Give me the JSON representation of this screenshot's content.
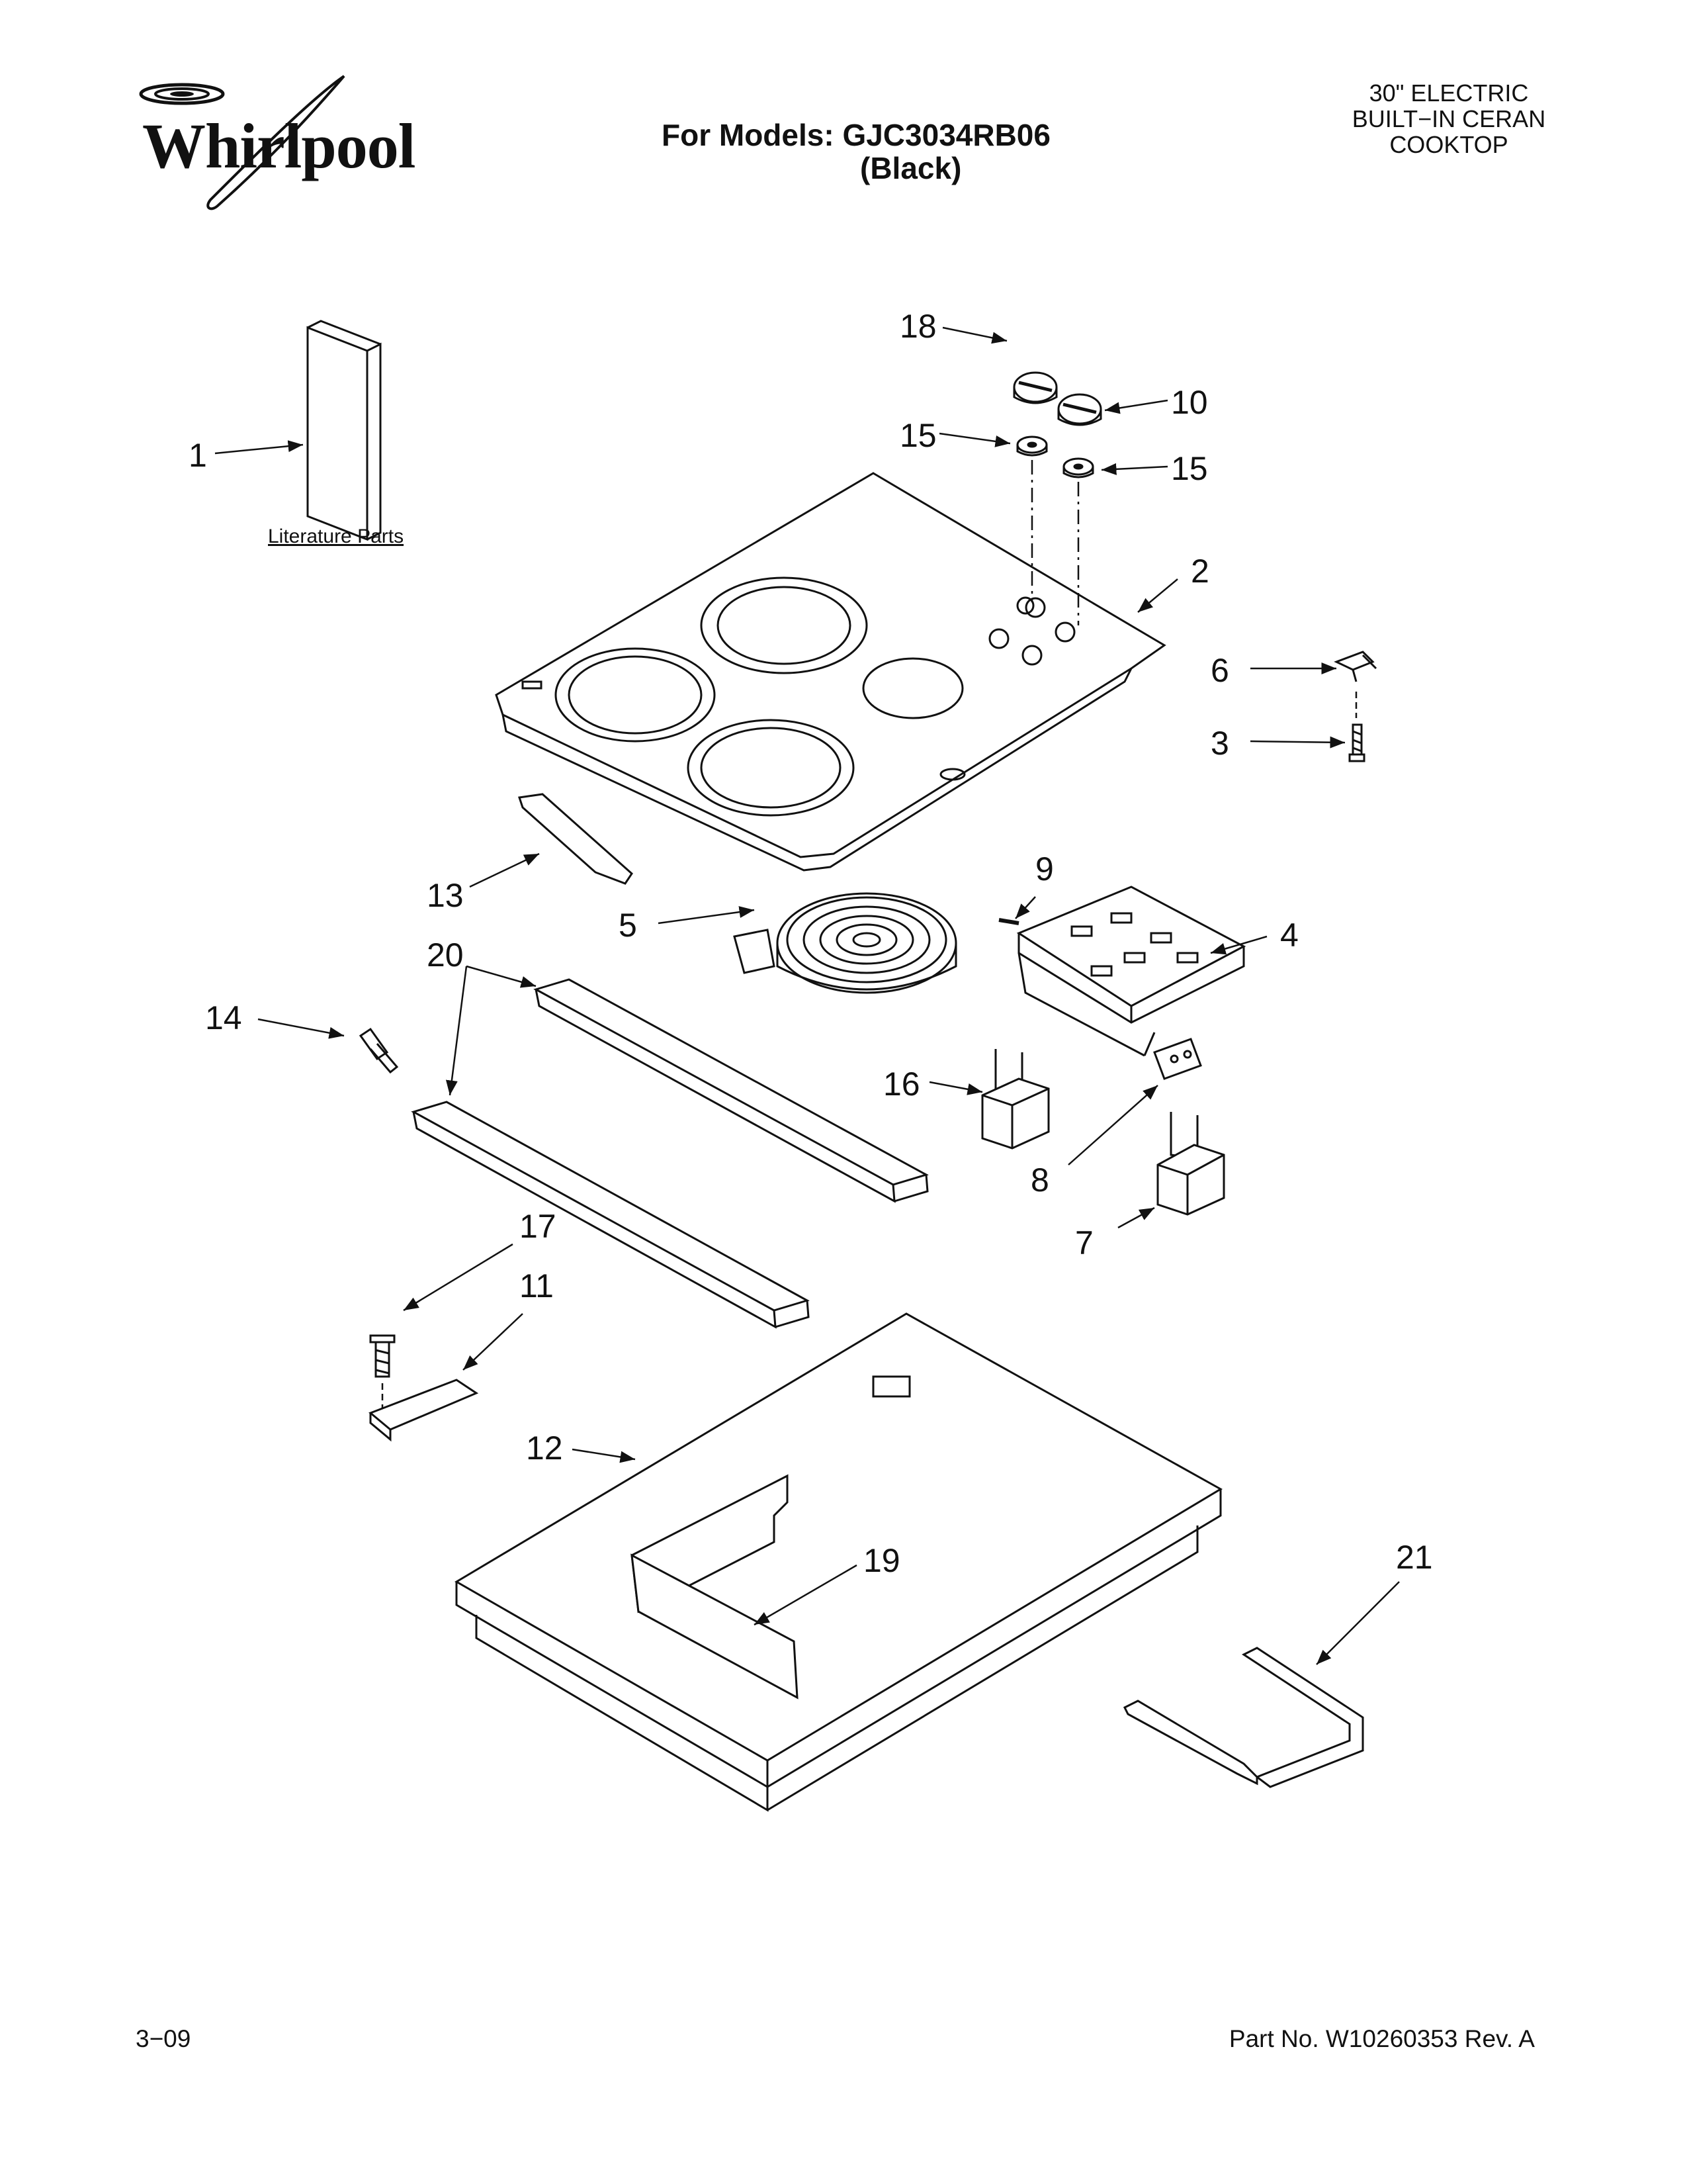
{
  "header": {
    "brand": "Whirlpool",
    "models_line": "For Models: GJC3034RB06",
    "color_line": "(Black)",
    "product_lines": [
      "30\" ELECTRIC",
      "BUILT−IN CERAN",
      "COOKTOP"
    ]
  },
  "diagram": {
    "literature_label": "Literature Parts",
    "callouts": [
      "1",
      "2",
      "3",
      "4",
      "5",
      "6",
      "7",
      "8",
      "9",
      "10",
      "11",
      "12",
      "13",
      "14",
      "15",
      "15",
      "16",
      "17",
      "18",
      "19",
      "20",
      "21"
    ]
  },
  "footer": {
    "date": "3−09",
    "part_number": "Part No. W10260353 Rev. A"
  }
}
